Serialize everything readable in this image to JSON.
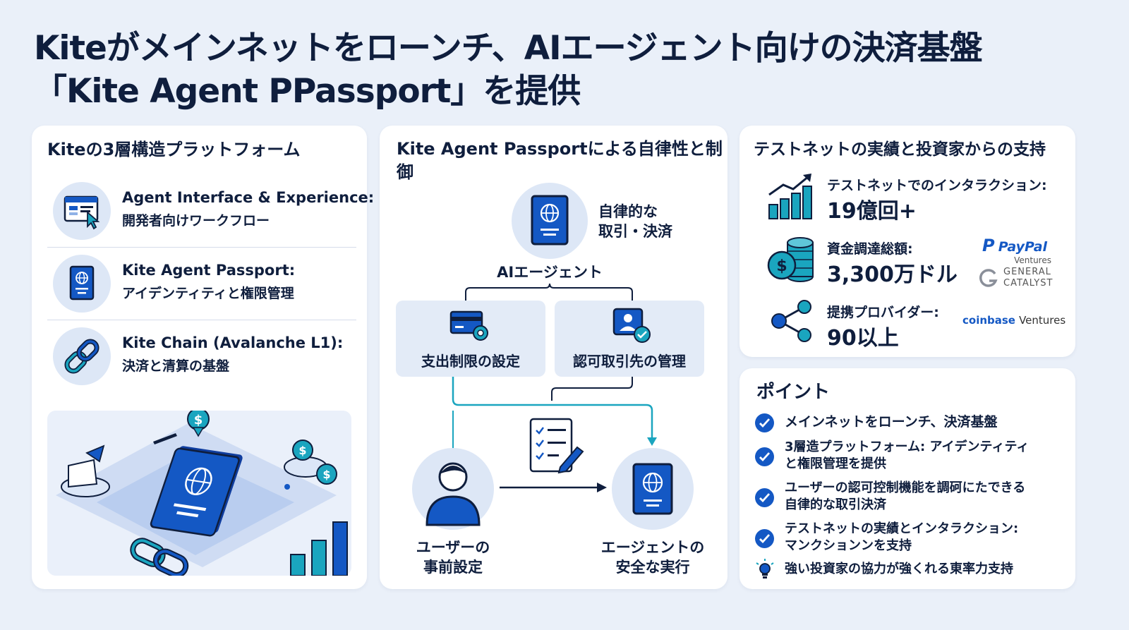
{
  "title": {
    "line1": "Kiteがメインネットをローンチ、AIエージェント向けの決済基盤",
    "line2": "「Kite Agent PPassport」を提供"
  },
  "left_card": {
    "heading": "Kiteの3層構造プラットフォーム",
    "layers": [
      {
        "name": "Agent Interface & Experience:",
        "desc": "開発者向けワークフロー",
        "icon": "browser-cursor-icon"
      },
      {
        "name": "Kite Agent Passport:",
        "desc": "アイデンティティと権限管理",
        "icon": "passport-icon"
      },
      {
        "name": "Kite Chain (Avalanche L1):",
        "desc": "決済と清算の基盤",
        "icon": "chain-link-icon"
      }
    ]
  },
  "middle_card": {
    "heading_line1": "Kite Agent Passportによる自律性と制",
    "heading_line2": "御",
    "agent_side_label_1": "自律的な",
    "agent_side_label_2": "取引・決済",
    "agent_label": "AIエージェント",
    "controls": [
      "支出制限の設定",
      "認可取引先の管理"
    ],
    "user_label_1": "ユーザーの",
    "user_label_2": "事前設定",
    "exec_label_1": "エージェントの",
    "exec_label_2": "安全な実行"
  },
  "stats_card": {
    "heading": "テストネットの実績と投資家からの支持",
    "stats": [
      {
        "label": "テストネットでのインタラクション:",
        "value": "19億回+"
      },
      {
        "label": "資金調達総額:",
        "value": "3,300万ドル"
      },
      {
        "label": "提携プロバイダー:",
        "value": "90以上"
      }
    ],
    "investors": {
      "paypal": "PayPal",
      "paypal_sub": "Ventures",
      "gc_line1": "GENERAL",
      "gc_line2": "CATALYST",
      "coinbase": "coinbase",
      "coinbase_sub": "Ventures"
    }
  },
  "points_card": {
    "heading": "ポイント",
    "items": [
      "メインネットをローンチ、決済基盤",
      "3層造プラットフォーム: アイデンティティ\nと権限管理を提供",
      "ユーザーの認可控制機能を調砢にたできる\n自律的な取引決済",
      "テストネットの実績とインタラクション:\nマンクションンを支持"
    ],
    "tip": "強い投資家の協力が強くれる東率力支持"
  },
  "colors": {
    "accent": "#1458c4",
    "navy": "#0f1e3d",
    "teal": "#1aa5bf",
    "background": "#eaf0f9"
  }
}
